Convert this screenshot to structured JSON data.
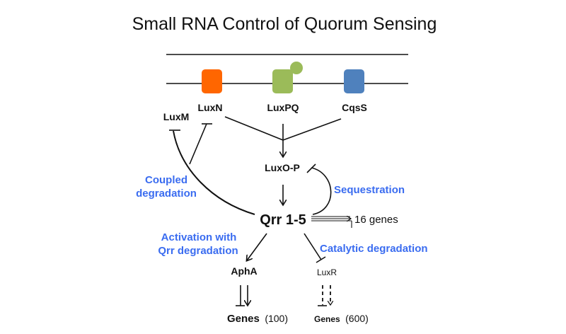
{
  "title": "Small RNA Control of Quorum Sensing",
  "colors": {
    "luxn": "#ff6600",
    "luxpq": "#9bbb59",
    "cqss": "#4f81bd",
    "annotation": "#3a6cf0",
    "ink": "#111111"
  },
  "receptors": [
    {
      "id": "luxn",
      "label": "LuxN"
    },
    {
      "id": "luxpq",
      "label": "LuxPQ"
    },
    {
      "id": "cqss",
      "label": "CqsS"
    }
  ],
  "nodes": {
    "luxm": "LuxM",
    "luxo_p": "LuxO-P",
    "qrr": "Qrr 1-5",
    "apha": "AphA",
    "luxr": "LuxR",
    "genes_apha": "Genes",
    "genes_apha_count": "(100)",
    "genes_luxr": "Genes",
    "genes_luxr_count": "(600)",
    "sixteen_genes": "16 genes"
  },
  "annotations": {
    "coupled_1": "Coupled",
    "coupled_2": "degradation",
    "sequestration": "Sequestration",
    "activation_1": "Activation with",
    "activation_2": "Qrr degradation",
    "catalytic": "Catalytic degradation"
  }
}
